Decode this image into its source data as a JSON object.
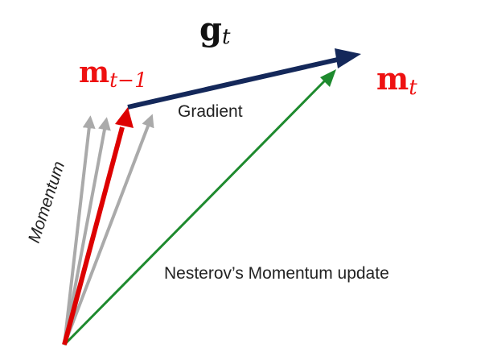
{
  "labels": {
    "g_base": "g",
    "g_sub": "t",
    "m_prev_base": "m",
    "m_prev_sub": "t−1",
    "m_t_base": "m",
    "m_t_sub": "t",
    "gradient": "Gradient",
    "momentum": "Momentum",
    "nesterov": "Nesterov’s Momentum update"
  },
  "colors": {
    "gradient_arrow": "#14285a",
    "momentum_arrow": "#dd0000",
    "label_red": "#ee1111",
    "update_arrow": "#1e8a2e",
    "history_arrows": "#aaaaaa",
    "text": "#222222",
    "math_text": "#111111"
  }
}
